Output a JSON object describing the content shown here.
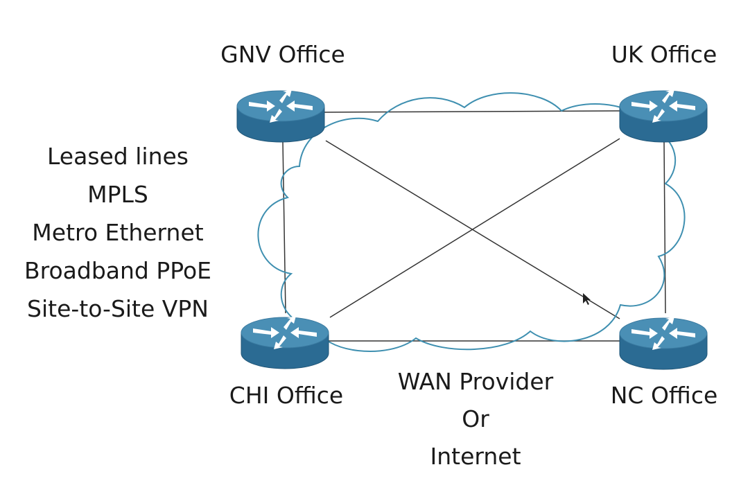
{
  "offices": [
    {
      "id": "gnv",
      "label": "GNV Office"
    },
    {
      "id": "uk",
      "label": "UK Office"
    },
    {
      "id": "chi",
      "label": "CHI Office"
    },
    {
      "id": "nc",
      "label": "NC Office"
    }
  ],
  "wan": {
    "lines": [
      "WAN Provider",
      "Or",
      "Internet"
    ]
  },
  "wan_technologies": [
    "Leased lines",
    "MPLS",
    "Metro Ethernet",
    "Broadband PPoE",
    "Site-to-Site VPN"
  ],
  "colors": {
    "cloud_stroke": "#3e8fb0",
    "router_top": "#4a8fb5",
    "router_side": "#2b6b93",
    "router_arrows": "#ffffff",
    "link_line": "#333333",
    "text": "#1a1a1a"
  },
  "icons": {
    "router": "router-icon",
    "cloud": "cloud-icon",
    "cursor": "mouse-cursor-icon"
  }
}
